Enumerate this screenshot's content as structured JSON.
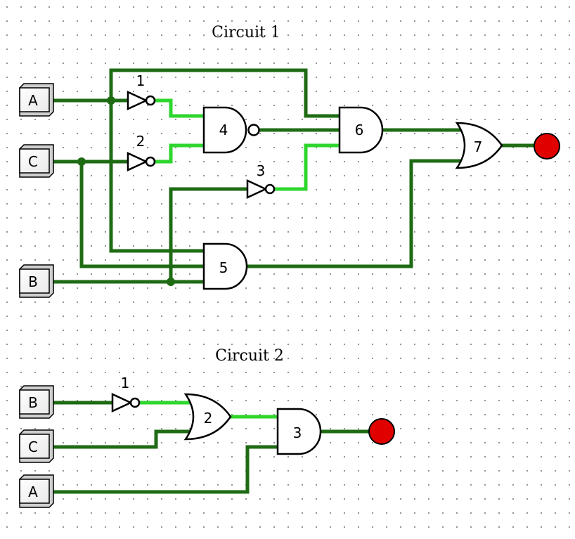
{
  "circuit1": {
    "title": "Circuit 1",
    "inputs": {
      "a": "A",
      "c": "C",
      "b": "B"
    },
    "gates": {
      "g1": "1",
      "g2": "2",
      "g3": "3",
      "g4": "4",
      "g5": "5",
      "g6": "6",
      "g7": "7"
    }
  },
  "circuit2": {
    "title": "Circuit 2",
    "inputs": {
      "b": "B",
      "c": "C",
      "a": "A"
    },
    "gates": {
      "g1": "1",
      "g2": "2",
      "g3": "3"
    }
  },
  "colors": {
    "wire_low": "#1e6b14",
    "wire_high": "#2ed62e",
    "output_led": "#e00000",
    "grid_dot": "#888888"
  }
}
